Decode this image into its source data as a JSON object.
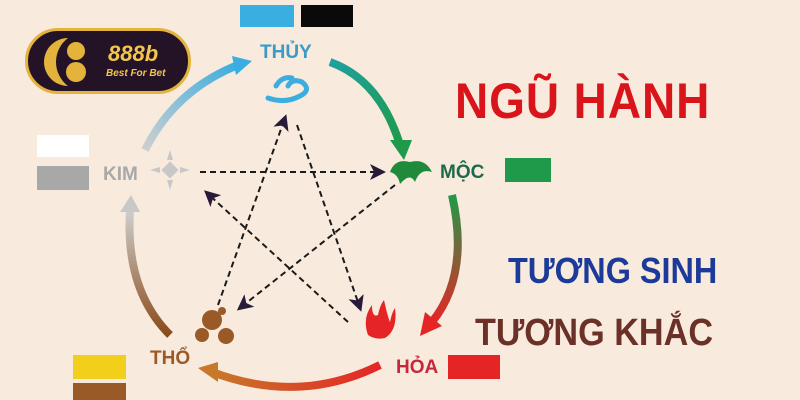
{
  "logo": {
    "brand": "888b",
    "tagline": "Best For Bet"
  },
  "title": "NGŨ HÀNH",
  "subtitle_1": "TƯƠNG SINH",
  "subtitle_2": "TƯƠNG KHẮC",
  "elements": {
    "thuy": {
      "label": "THỦY",
      "colors": [
        "#3aaee0",
        "#0a0a0a"
      ],
      "icon": "water-wave-icon"
    },
    "moc": {
      "label": "MỘC",
      "colors": [
        "#1f9a4a"
      ],
      "icon": "wood-leaf-icon"
    },
    "hoa": {
      "label": "HỎA",
      "colors": [
        "#e52525"
      ],
      "icon": "fire-icon"
    },
    "tho": {
      "label": "THỔ",
      "colors": [
        "#f2cf1a",
        "#9a5a28"
      ],
      "icon": "earth-icon"
    },
    "kim": {
      "label": "KIM",
      "colors": [
        "#ffffff",
        "#a8a8a8"
      ],
      "icon": "metal-star-icon"
    }
  }
}
